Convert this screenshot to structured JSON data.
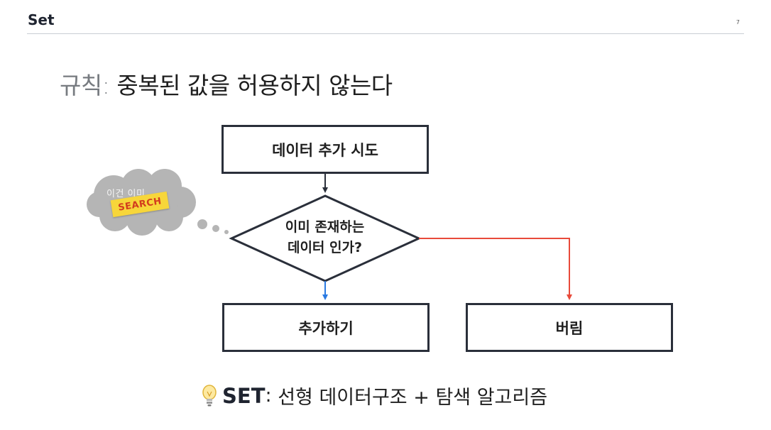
{
  "header": {
    "title": "Set",
    "page_number": "7"
  },
  "rule": {
    "label": "규칙",
    "separator": ":",
    "text": "중복된 값을 허용하지 않는다"
  },
  "flowchart": {
    "start": "데이터 추가 시도",
    "decision": {
      "line1": "이미 존재하는",
      "line2": "데이터 인가?"
    },
    "yes": "추가하기",
    "no": "버림",
    "thought_bubble": {
      "text": "이건 이미",
      "badge": "SEARCH"
    },
    "colors": {
      "yes_arrow": "#2a7ae2",
      "no_arrow": "#e84a3a",
      "stroke": "#2a2f3a",
      "badge": "#f7d63a",
      "cloud": "#b5b5b5"
    }
  },
  "summary": {
    "icon": "lightbulb-icon",
    "keyword": "SET",
    "separator": ":",
    "text": "선형 데이터구조 + 탐색 알고리즘"
  }
}
